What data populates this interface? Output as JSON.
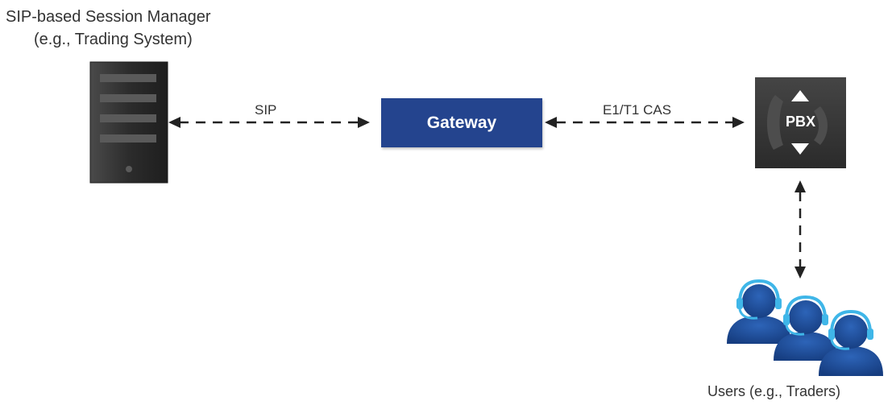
{
  "session_manager": {
    "title_line1": "SIP-based Session Manager",
    "title_line2": "(e.g., Trading System)"
  },
  "connections": {
    "sip_label": "SIP",
    "cas_label": "E1/T1 CAS"
  },
  "gateway": {
    "label": "Gateway",
    "color": "#24448e"
  },
  "pbx": {
    "label": "PBX",
    "color": "#3a3a3a"
  },
  "users": {
    "label": "Users (e.g., Traders)",
    "color": "#1f4e9a",
    "headset_color": "#3fb6e8"
  },
  "server": {
    "color": "#2e2e2e"
  }
}
